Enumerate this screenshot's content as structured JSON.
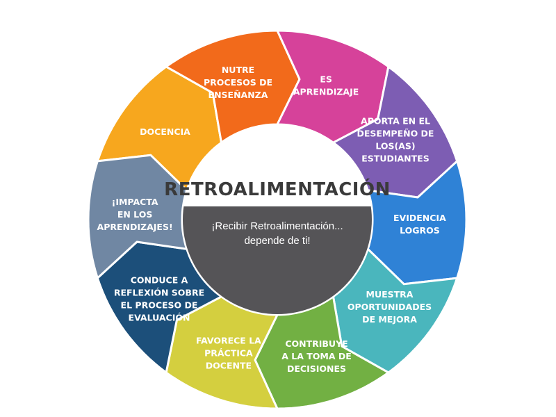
{
  "center": {
    "title": "RETROALIMENTACIÓN",
    "subtitle_line1": "¡Recibir Retroalimentación...",
    "subtitle_line2": "depende de ti!"
  },
  "segments": [
    {
      "key": "docencia",
      "color": "#f7a71e",
      "lines": [
        "DOCENCIA"
      ]
    },
    {
      "key": "nutre",
      "color": "#f26a1b",
      "lines": [
        "NUTRE",
        "PROCESOS DE",
        "ENSEÑANZA"
      ]
    },
    {
      "key": "aprendizaje",
      "color": "#d6429a",
      "lines": [
        "ES",
        "APRENDIZAJE"
      ]
    },
    {
      "key": "aporta",
      "color": "#7d5db3",
      "lines": [
        "APORTA EN EL",
        "DESEMPEÑO DE",
        "LOS(AS)",
        "ESTUDIANTES"
      ]
    },
    {
      "key": "evidencia",
      "color": "#2f82d6",
      "lines": [
        "EVIDENCIA",
        "LOGROS"
      ]
    },
    {
      "key": "muestra",
      "color": "#4ab6bd",
      "lines": [
        "MUESTRA",
        "OPORTUNIDADES",
        "DE MEJORA"
      ]
    },
    {
      "key": "contribuye",
      "color": "#72b043",
      "lines": [
        "CONTRIBUYE",
        "A LA TOMA DE",
        "DECISIONES"
      ]
    },
    {
      "key": "favorece",
      "color": "#d4cf3f",
      "lines": [
        "FAVORECE LA",
        "PRÁCTICA",
        "DOCENTE"
      ]
    },
    {
      "key": "conduce",
      "color": "#1c4f7a",
      "lines": [
        "CONDUCE A",
        "REFLEXIÓN SOBRE",
        "EL PROCESO DE",
        "EVALUACIÓN"
      ]
    },
    {
      "key": "impacta",
      "color": "#7087a3",
      "lines": [
        "¡IMPACTA",
        "EN LOS",
        "APRENDIZAJES!"
      ]
    }
  ],
  "colors": {
    "center_bg": "#ffffff",
    "center_bottom": "#555457",
    "title_color": "#3a3a3a"
  }
}
